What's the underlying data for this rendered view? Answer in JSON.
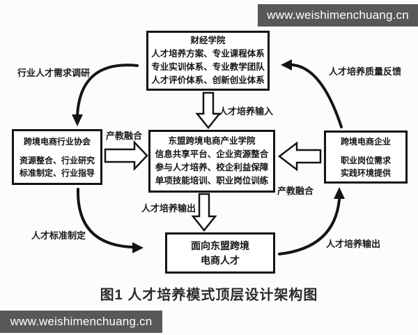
{
  "watermark": {
    "top_right": "www.weishimenchuang.cn",
    "bottom_left": "www.weishimenchuang.cn"
  },
  "diagram": {
    "boxes": {
      "finance_college": {
        "title": "财经学院",
        "lines": [
          "人才培养方案、专业课程体系",
          "专业实训体系、专业教学团队",
          "人才评价体系、创新创业体系"
        ]
      },
      "industry_college": {
        "title": "东盟跨境电商产业学院",
        "lines": [
          "信息共享平台、企业资源整合",
          "参与人才培养、校企利益保障",
          "单项技能培训、职业岗位训练"
        ]
      },
      "industry_association": {
        "title": "跨境电商行业协会",
        "lines": [
          "资源整合、行业研究",
          "标准制定、行业指导"
        ]
      },
      "enterprise": {
        "title": "跨境电商企业",
        "lines": [
          "职业岗位需求",
          "实践环境提供"
        ]
      },
      "talent": {
        "lines": [
          "面向东盟跨境",
          "电商人才"
        ]
      }
    },
    "labels": {
      "demand_survey": "行业人才需求调研",
      "quality_feedback": "人才培养质量反馈",
      "talent_input": "人才培养输入",
      "industry_education_left": "产教融合",
      "industry_education_right": "产教融合",
      "talent_output_mid": "人才培养输出",
      "standard_setting": "人才标准制定",
      "talent_output_right": "人才培养输出"
    },
    "caption": "图1  人才培养模式顶层设计架构图"
  },
  "colors": {
    "watermark_bg": "#58585a",
    "ink": "#141414",
    "background": "#fcfcfc"
  }
}
